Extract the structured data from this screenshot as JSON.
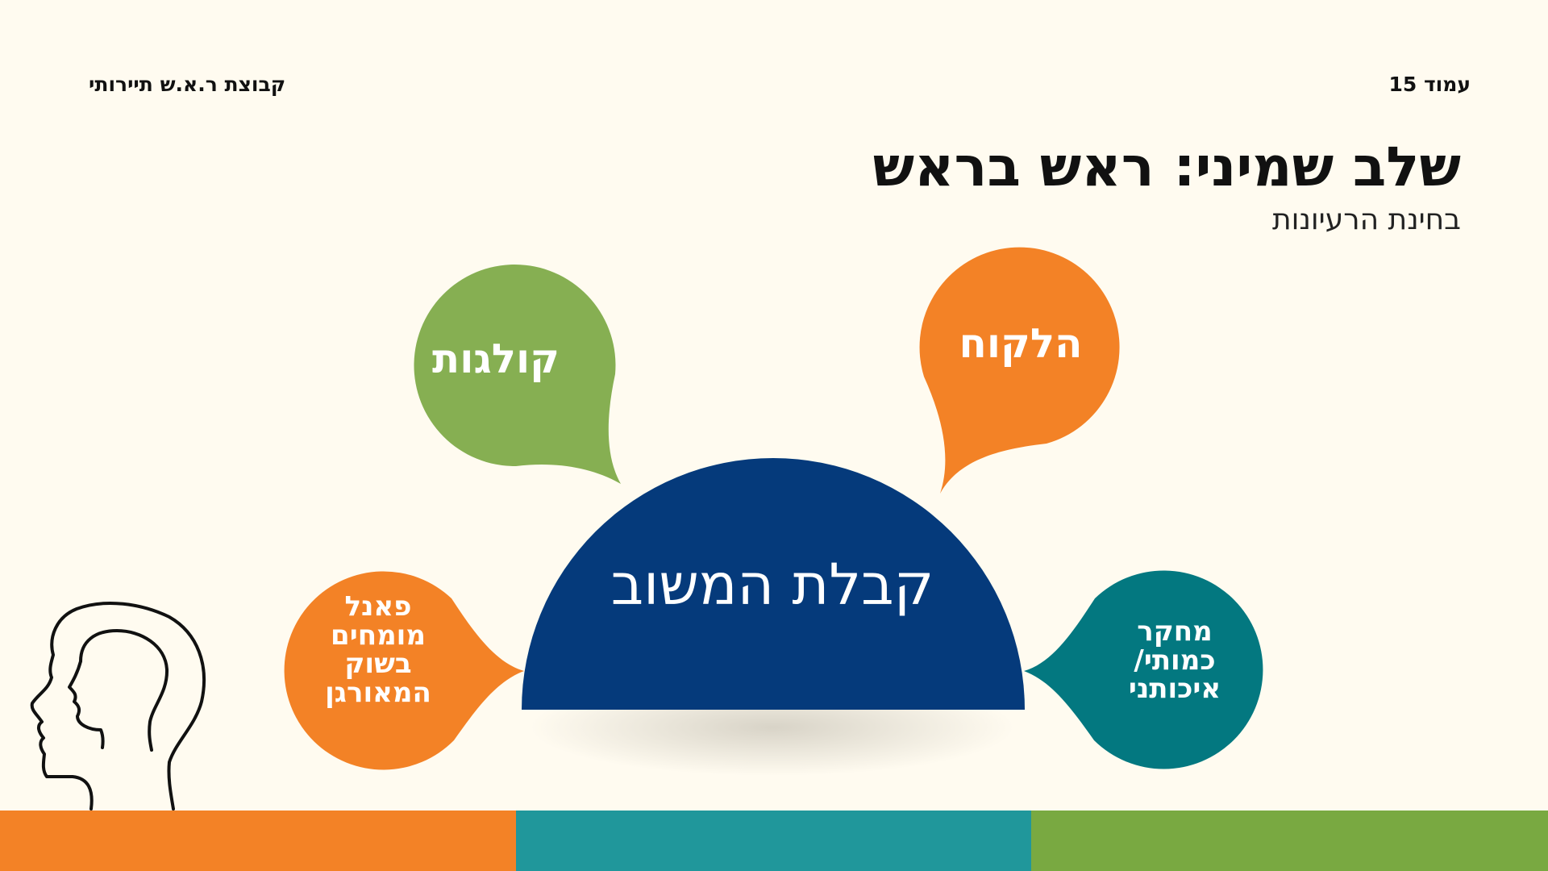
{
  "header": {
    "page_number": "עמוד 15",
    "company": "קבוצת ר.א.ש תיירותי"
  },
  "title": "שלב שמיני: ראש בראש",
  "subtitle": "בחינת הרעיונות",
  "diagram": {
    "center": "קבלת המשוב",
    "bubbles": {
      "colleagues": "קולגות",
      "customer": "הלקוח",
      "experts": "פאנל\nמומחים\nבשוק\nהמאורגן",
      "research": "מחקר\nכמותי/\nאיכותני"
    }
  },
  "colors": {
    "background": "#fffbf0",
    "navy": "#053a7b",
    "green": "#86af52",
    "orange": "#f38226",
    "teal": "#037880",
    "bar_teal": "#20979b",
    "bar_green": "#79a941"
  }
}
